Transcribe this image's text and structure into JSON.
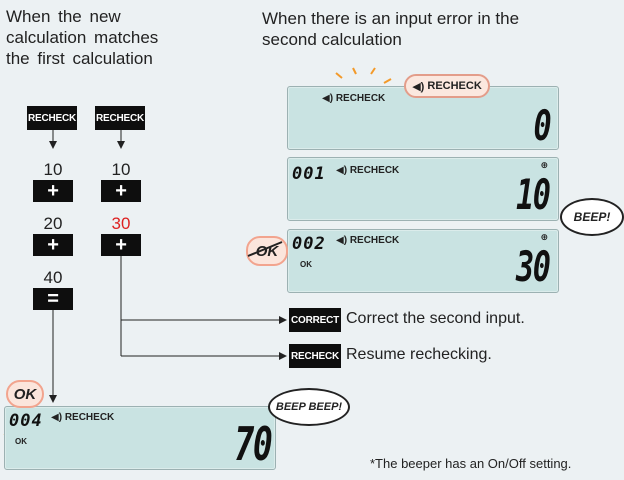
{
  "left_heading": "When the new calculation matches the first calculation",
  "right_heading": "When there is an input error in the second calculation",
  "keys": {
    "recheck": "RECHECK",
    "correct": "CORRECT",
    "plus": "+",
    "equals": "="
  },
  "first_calc": {
    "a": "10",
    "b": "20",
    "result": "40"
  },
  "second_calc": {
    "a": "10",
    "b": "30"
  },
  "displays": {
    "top": {
      "indicator": "RECHECK",
      "value": "0"
    },
    "second": {
      "step": "001",
      "indicator": "RECHECK",
      "value": "10"
    },
    "third": {
      "step": "002",
      "indicator": "RECHECK",
      "ok": "OK",
      "value": "30",
      "badge": "OK"
    },
    "bottom": {
      "step": "004",
      "indicator": "RECHECK",
      "ok": "OK",
      "value": "70",
      "badge": "OK"
    }
  },
  "callouts": {
    "top_recheck": "RECHECK",
    "beep_single": "BEEP!",
    "beep_double": "BEEP BEEP!"
  },
  "actions": {
    "correct": "Correct the second input.",
    "resume": "Resume rechecking."
  },
  "note": "*The beeper has an On/Off setting."
}
